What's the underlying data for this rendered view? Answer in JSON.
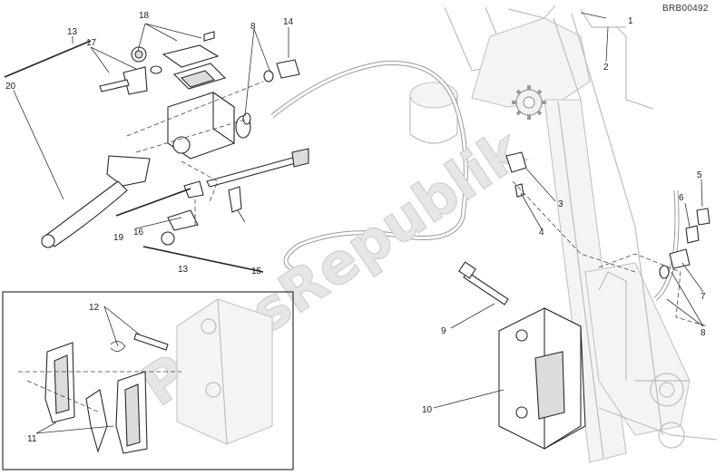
{
  "diagram": {
    "drawing_code": "BRB00492",
    "watermark": "PartsRepublik",
    "callouts": [
      "1",
      "2",
      "3",
      "4",
      "5",
      "6",
      "7",
      "8",
      "8",
      "9",
      "10",
      "11",
      "12",
      "13",
      "13",
      "14",
      "15",
      "16",
      "17",
      "18",
      "19",
      "20"
    ],
    "inset": {
      "label_parts": [
        "11",
        "12"
      ]
    },
    "icons": [
      "gear-logo-icon"
    ]
  }
}
